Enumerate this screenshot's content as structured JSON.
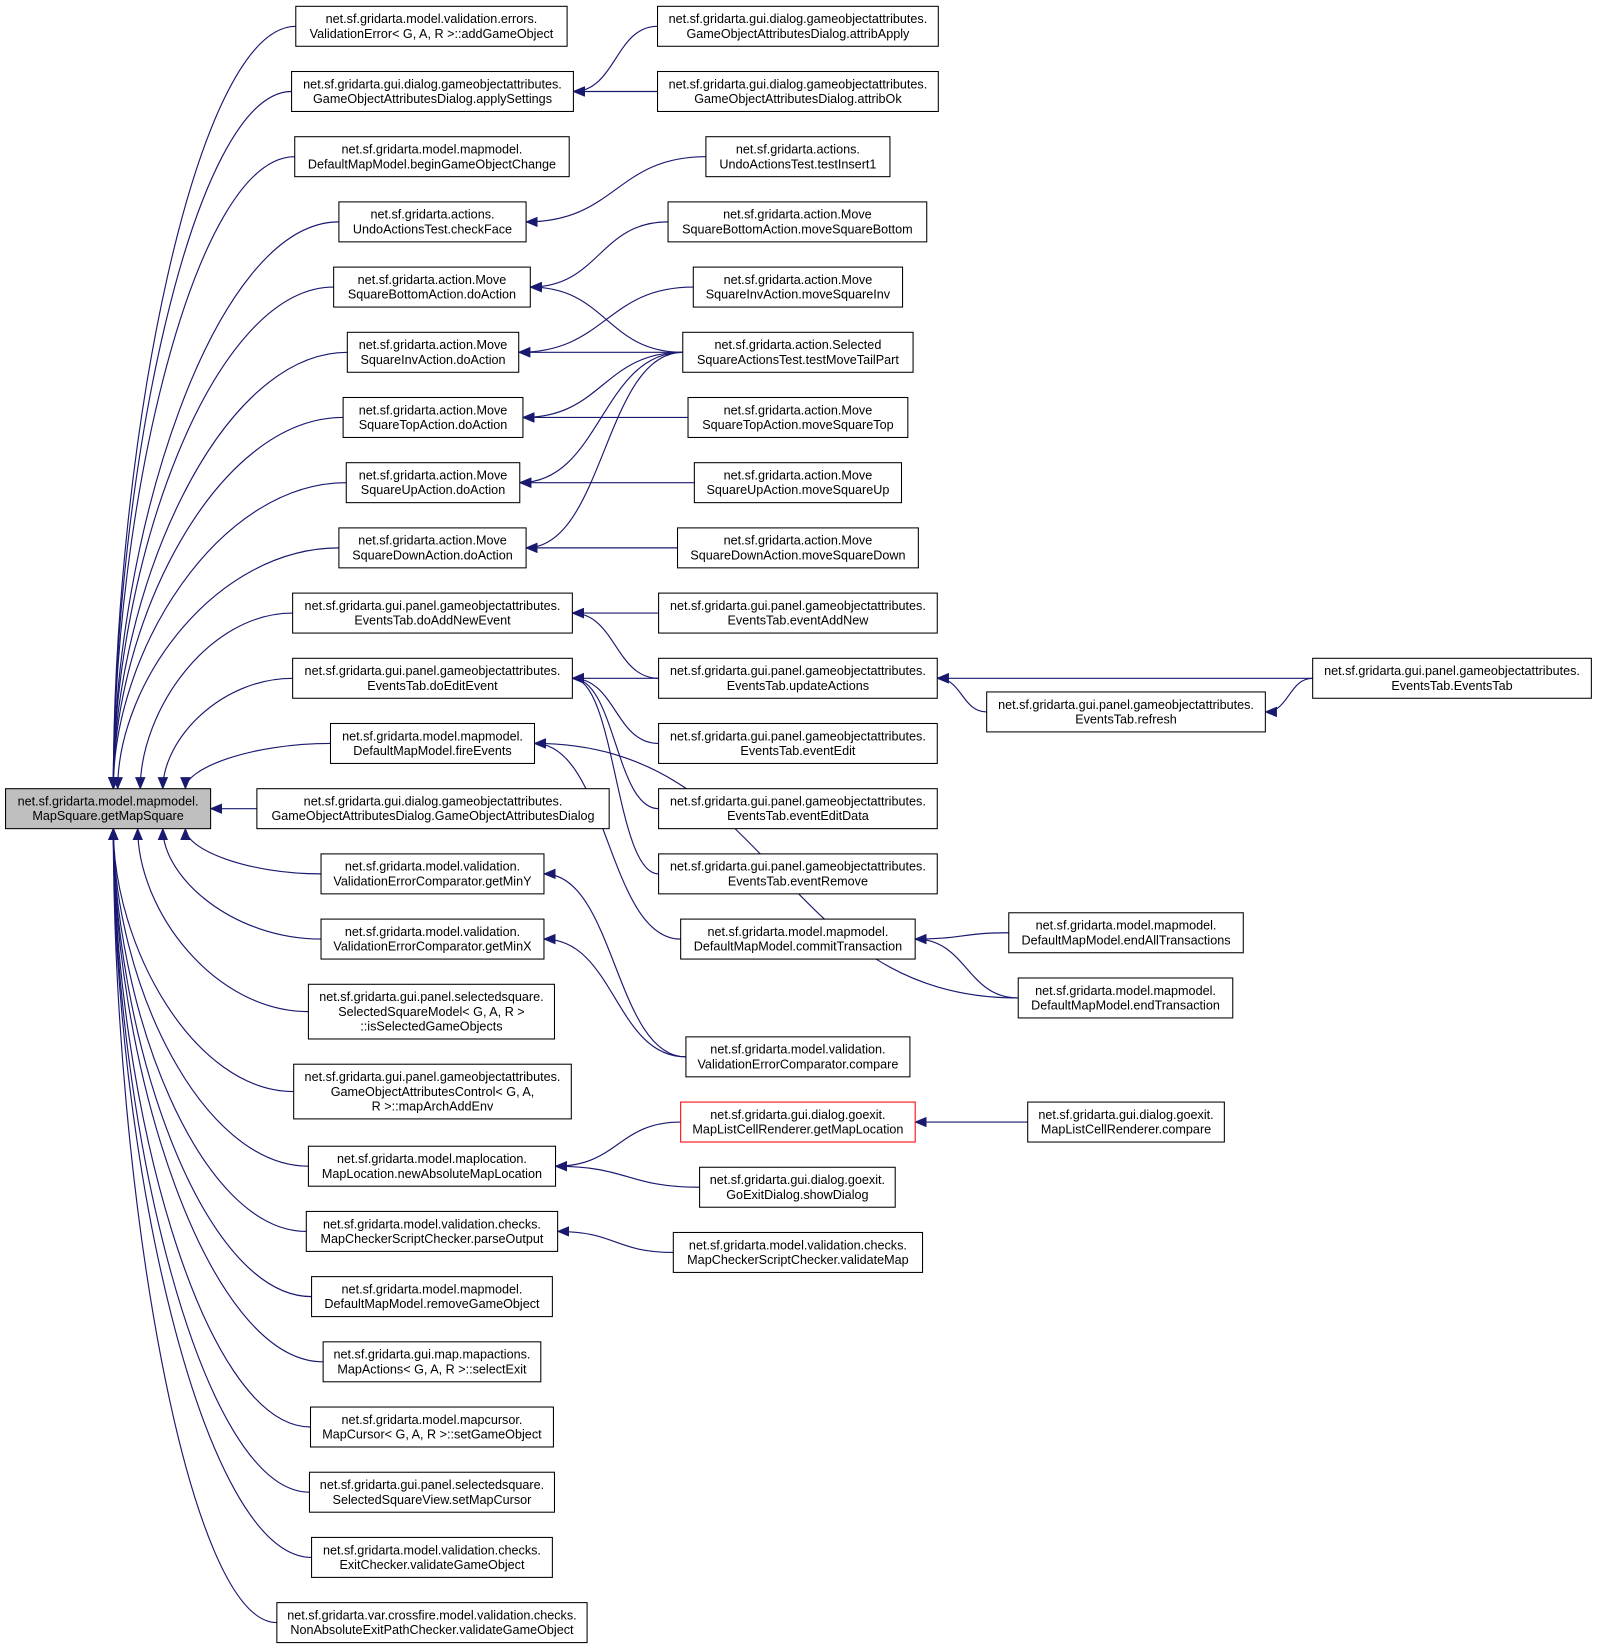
{
  "colors": {
    "edge": "#191970",
    "border": "#000000",
    "highlight_fill": "#bfbfbf",
    "red_border": "#ff0000",
    "background": "#ffffff"
  },
  "nodes": [
    {
      "id": "main",
      "lines": [
        "net.sf.gridarta.model.mapmodel.",
        "MapSquare.getMapSquare"
      ],
      "style": "highlight"
    },
    {
      "id": "n1",
      "lines": [
        "net.sf.gridarta.model.validation.errors.",
        "ValidationError< G, A, R >::addGameObject"
      ]
    },
    {
      "id": "n2",
      "lines": [
        "net.sf.gridarta.gui.dialog.gameobjectattributes.",
        "GameObjectAttributesDialog.applySettings"
      ]
    },
    {
      "id": "n3",
      "lines": [
        "net.sf.gridarta.model.mapmodel.",
        "DefaultMapModel.beginGameObjectChange"
      ]
    },
    {
      "id": "n4",
      "lines": [
        "net.sf.gridarta.actions.",
        "UndoActionsTest.checkFace"
      ]
    },
    {
      "id": "n5",
      "lines": [
        "net.sf.gridarta.action.Move",
        "SquareBottomAction.doAction"
      ]
    },
    {
      "id": "n6",
      "lines": [
        "net.sf.gridarta.action.Move",
        "SquareInvAction.doAction"
      ]
    },
    {
      "id": "n7",
      "lines": [
        "net.sf.gridarta.action.Move",
        "SquareTopAction.doAction"
      ]
    },
    {
      "id": "n8",
      "lines": [
        "net.sf.gridarta.action.Move",
        "SquareUpAction.doAction"
      ]
    },
    {
      "id": "n9",
      "lines": [
        "net.sf.gridarta.action.Move",
        "SquareDownAction.doAction"
      ]
    },
    {
      "id": "n10",
      "lines": [
        "net.sf.gridarta.gui.panel.gameobjectattributes.",
        "EventsTab.doAddNewEvent"
      ]
    },
    {
      "id": "n11",
      "lines": [
        "net.sf.gridarta.gui.panel.gameobjectattributes.",
        "EventsTab.doEditEvent"
      ]
    },
    {
      "id": "n12",
      "lines": [
        "net.sf.gridarta.model.mapmodel.",
        "DefaultMapModel.fireEvents"
      ]
    },
    {
      "id": "n13",
      "lines": [
        "net.sf.gridarta.gui.dialog.gameobjectattributes.",
        "GameObjectAttributesDialog.GameObjectAttributesDialog"
      ]
    },
    {
      "id": "n14",
      "lines": [
        "net.sf.gridarta.model.validation.",
        "ValidationErrorComparator.getMinY"
      ]
    },
    {
      "id": "n15",
      "lines": [
        "net.sf.gridarta.model.validation.",
        "ValidationErrorComparator.getMinX"
      ]
    },
    {
      "id": "n16",
      "lines": [
        "net.sf.gridarta.gui.panel.selectedsquare.",
        "SelectedSquareModel< G, A, R >",
        "::isSelectedGameObjects"
      ]
    },
    {
      "id": "n17",
      "lines": [
        "net.sf.gridarta.gui.panel.gameobjectattributes.",
        "GameObjectAttributesControl< G, A,",
        "R >::mapArchAddEnv"
      ]
    },
    {
      "id": "n18",
      "lines": [
        "net.sf.gridarta.model.maplocation.",
        "MapLocation.newAbsoluteMapLocation"
      ]
    },
    {
      "id": "n19",
      "lines": [
        "net.sf.gridarta.model.validation.checks.",
        "MapCheckerScriptChecker.parseOutput"
      ]
    },
    {
      "id": "n20",
      "lines": [
        "net.sf.gridarta.model.mapmodel.",
        "DefaultMapModel.removeGameObject"
      ]
    },
    {
      "id": "n21",
      "lines": [
        "net.sf.gridarta.gui.map.mapactions.",
        "MapActions< G, A, R >::selectExit"
      ]
    },
    {
      "id": "n22",
      "lines": [
        "net.sf.gridarta.model.mapcursor.",
        "MapCursor< G, A, R >::setGameObject"
      ]
    },
    {
      "id": "n23",
      "lines": [
        "net.sf.gridarta.gui.panel.selectedsquare.",
        "SelectedSquareView.setMapCursor"
      ]
    },
    {
      "id": "n24",
      "lines": [
        "net.sf.gridarta.model.validation.checks.",
        "ExitChecker.validateGameObject"
      ]
    },
    {
      "id": "n25",
      "lines": [
        "net.sf.gridarta.var.crossfire.model.validation.checks.",
        "NonAbsoluteExitPathChecker.validateGameObject"
      ]
    },
    {
      "id": "m1",
      "lines": [
        "net.sf.gridarta.gui.dialog.gameobjectattributes.",
        "GameObjectAttributesDialog.attribApply"
      ]
    },
    {
      "id": "m2",
      "lines": [
        "net.sf.gridarta.gui.dialog.gameobjectattributes.",
        "GameObjectAttributesDialog.attribOk"
      ]
    },
    {
      "id": "m3",
      "lines": [
        "net.sf.gridarta.actions.",
        "UndoActionsTest.testInsert1"
      ]
    },
    {
      "id": "m4",
      "lines": [
        "net.sf.gridarta.action.Move",
        "SquareBottomAction.moveSquareBottom"
      ]
    },
    {
      "id": "m5",
      "lines": [
        "net.sf.gridarta.action.Move",
        "SquareInvAction.moveSquareInv"
      ]
    },
    {
      "id": "m6",
      "lines": [
        "net.sf.gridarta.action.Selected",
        "SquareActionsTest.testMoveTailPart"
      ]
    },
    {
      "id": "m7",
      "lines": [
        "net.sf.gridarta.action.Move",
        "SquareTopAction.moveSquareTop"
      ]
    },
    {
      "id": "m8",
      "lines": [
        "net.sf.gridarta.action.Move",
        "SquareUpAction.moveSquareUp"
      ]
    },
    {
      "id": "m9",
      "lines": [
        "net.sf.gridarta.action.Move",
        "SquareDownAction.moveSquareDown"
      ]
    },
    {
      "id": "m10",
      "lines": [
        "net.sf.gridarta.gui.panel.gameobjectattributes.",
        "EventsTab.eventAddNew"
      ]
    },
    {
      "id": "m11",
      "lines": [
        "net.sf.gridarta.gui.panel.gameobjectattributes.",
        "EventsTab.updateActions"
      ]
    },
    {
      "id": "m12",
      "lines": [
        "net.sf.gridarta.gui.panel.gameobjectattributes.",
        "EventsTab.eventEdit"
      ]
    },
    {
      "id": "m13",
      "lines": [
        "net.sf.gridarta.gui.panel.gameobjectattributes.",
        "EventsTab.eventEditData"
      ]
    },
    {
      "id": "m14",
      "lines": [
        "net.sf.gridarta.gui.panel.gameobjectattributes.",
        "EventsTab.eventRemove"
      ]
    },
    {
      "id": "m15",
      "lines": [
        "net.sf.gridarta.model.mapmodel.",
        "DefaultMapModel.commitTransaction"
      ]
    },
    {
      "id": "m16",
      "lines": [
        "net.sf.gridarta.model.validation.",
        "ValidationErrorComparator.compare"
      ]
    },
    {
      "id": "m17",
      "lines": [
        "net.sf.gridarta.gui.dialog.goexit.",
        "MapListCellRenderer.getMapLocation"
      ],
      "style": "red"
    },
    {
      "id": "m18",
      "lines": [
        "net.sf.gridarta.gui.dialog.goexit.",
        "GoExitDialog.showDialog"
      ]
    },
    {
      "id": "m19",
      "lines": [
        "net.sf.gridarta.model.validation.checks.",
        "MapCheckerScriptChecker.validateMap"
      ]
    },
    {
      "id": "k1",
      "lines": [
        "net.sf.gridarta.gui.panel.gameobjectattributes.",
        "EventsTab.refresh"
      ]
    },
    {
      "id": "k2",
      "lines": [
        "net.sf.gridarta.model.mapmodel.",
        "DefaultMapModel.endAllTransactions"
      ]
    },
    {
      "id": "k3",
      "lines": [
        "net.sf.gridarta.model.mapmodel.",
        "DefaultMapModel.endTransaction"
      ]
    },
    {
      "id": "k4",
      "lines": [
        "net.sf.gridarta.gui.dialog.goexit.",
        "MapListCellRenderer.compare"
      ]
    },
    {
      "id": "e1",
      "lines": [
        "net.sf.gridarta.gui.panel.gameobjectattributes.",
        "EventsTab.EventsTab"
      ]
    }
  ],
  "edges": [
    [
      "n1",
      "main"
    ],
    [
      "n2",
      "main"
    ],
    [
      "n3",
      "main"
    ],
    [
      "n4",
      "main"
    ],
    [
      "n5",
      "main"
    ],
    [
      "n6",
      "main"
    ],
    [
      "n7",
      "main"
    ],
    [
      "n8",
      "main"
    ],
    [
      "n9",
      "main"
    ],
    [
      "n10",
      "main"
    ],
    [
      "n11",
      "main"
    ],
    [
      "n12",
      "main"
    ],
    [
      "n13",
      "main"
    ],
    [
      "n14",
      "main"
    ],
    [
      "n15",
      "main"
    ],
    [
      "n16",
      "main"
    ],
    [
      "n17",
      "main"
    ],
    [
      "n18",
      "main"
    ],
    [
      "n19",
      "main"
    ],
    [
      "n20",
      "main"
    ],
    [
      "n21",
      "main"
    ],
    [
      "n22",
      "main"
    ],
    [
      "n23",
      "main"
    ],
    [
      "n24",
      "main"
    ],
    [
      "n25",
      "main"
    ],
    [
      "m1",
      "n2"
    ],
    [
      "m2",
      "n2"
    ],
    [
      "m3",
      "n4"
    ],
    [
      "m4",
      "n5"
    ],
    [
      "m6",
      "n5"
    ],
    [
      "m5",
      "n6"
    ],
    [
      "m6",
      "n6"
    ],
    [
      "m6",
      "n7"
    ],
    [
      "m7",
      "n7"
    ],
    [
      "m6",
      "n8"
    ],
    [
      "m8",
      "n8"
    ],
    [
      "m6",
      "n9"
    ],
    [
      "m9",
      "n9"
    ],
    [
      "m10",
      "n10"
    ],
    [
      "m11",
      "n10"
    ],
    [
      "m11",
      "n11"
    ],
    [
      "m12",
      "n11"
    ],
    [
      "m13",
      "n11"
    ],
    [
      "m14",
      "n11"
    ],
    [
      "m15",
      "n12"
    ],
    [
      "k3",
      "n12"
    ],
    [
      "m16",
      "n14"
    ],
    [
      "m16",
      "n15"
    ],
    [
      "m17",
      "n18"
    ],
    [
      "m18",
      "n18"
    ],
    [
      "m19",
      "n19"
    ],
    [
      "k1",
      "m11"
    ],
    [
      "e1",
      "m11"
    ],
    [
      "e1",
      "k1"
    ],
    [
      "k2",
      "m15"
    ],
    [
      "k3",
      "m15"
    ],
    [
      "k4",
      "m17"
    ]
  ]
}
